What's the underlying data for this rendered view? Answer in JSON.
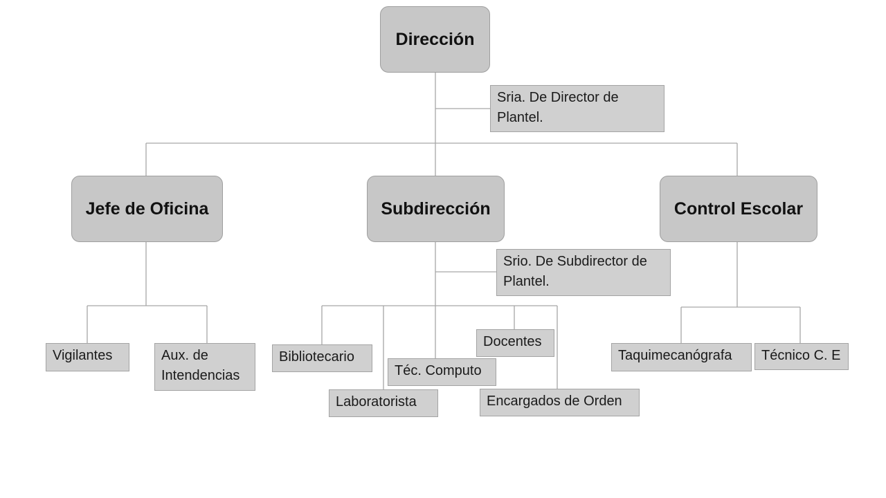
{
  "nodes": {
    "direccion": "Dirección",
    "sria_director": [
      "Sria. De Director de",
      "Plantel."
    ],
    "jefe_oficina": "Jefe de Oficina",
    "subdireccion": "Subdirección",
    "control_escolar": "Control Escolar",
    "srio_subdirector": [
      "Srio. De Subdirector de",
      "Plantel."
    ],
    "vigilantes": "Vigilantes",
    "aux_intendencias": [
      "Aux. de",
      "Intendencias"
    ],
    "bibliotecario": "Bibliotecario",
    "laboratorista": "Laboratorista",
    "tec_computo": "Téc. Computo",
    "docentes": "Docentes",
    "encargados_orden": "Encargados de Orden",
    "taquimecanografa": "Taquimecanógrafa",
    "tecnico_ce": "Técnico C. E"
  },
  "colors": {
    "box_fill": "#c7c7c7",
    "sub_box_fill": "#d0d0d0",
    "line": "#a6a6a6"
  }
}
